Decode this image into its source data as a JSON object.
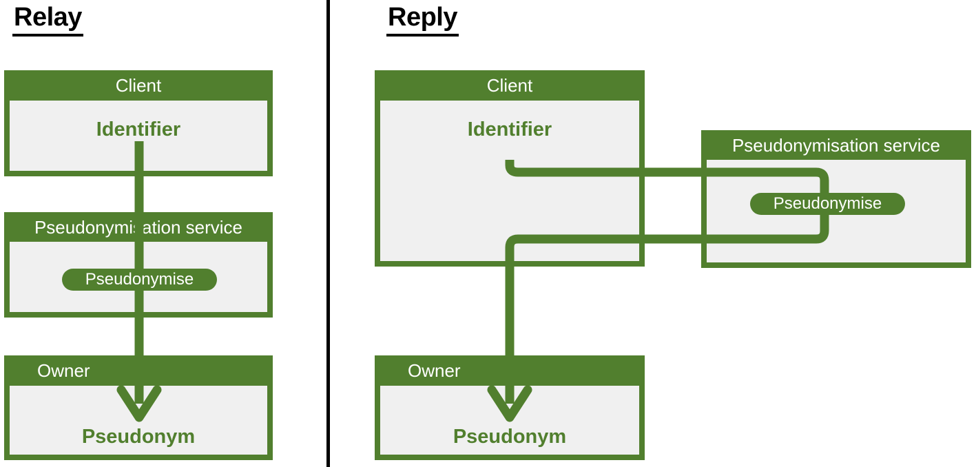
{
  "panels": [
    {
      "id": "relay",
      "title": "Relay",
      "lanes": [
        {
          "id": "client",
          "header": "Client",
          "header_align": "center",
          "content": "Identifier"
        },
        {
          "id": "service",
          "header": "Pseudonymisation service",
          "header_align": "center",
          "content": "",
          "pill": "Pseudonymise"
        },
        {
          "id": "owner",
          "header": "Owner",
          "header_align": "left",
          "content": "Pseudonym"
        }
      ],
      "flow": "straight-down-through-service"
    },
    {
      "id": "reply",
      "title": "Reply",
      "lanes": [
        {
          "id": "client",
          "header": "Client",
          "header_align": "center",
          "content": "Identifier"
        },
        {
          "id": "service",
          "header": "Pseudonymisation service",
          "header_align": "center",
          "content": "",
          "pill": "Pseudonymise"
        },
        {
          "id": "owner",
          "header": "Owner",
          "header_align": "left",
          "content": "Pseudonym"
        }
      ],
      "flow": "out-to-service-and-back-then-down"
    }
  ],
  "colors": {
    "green": "#517F2E",
    "body_fill": "#F0F0F0",
    "divider": "#000000",
    "header_text": "#FFFFFF",
    "page_background": "#FFFFFF"
  },
  "icons": {
    "arrow_down": "arrow-down-icon",
    "divider": "vertical-divider"
  }
}
